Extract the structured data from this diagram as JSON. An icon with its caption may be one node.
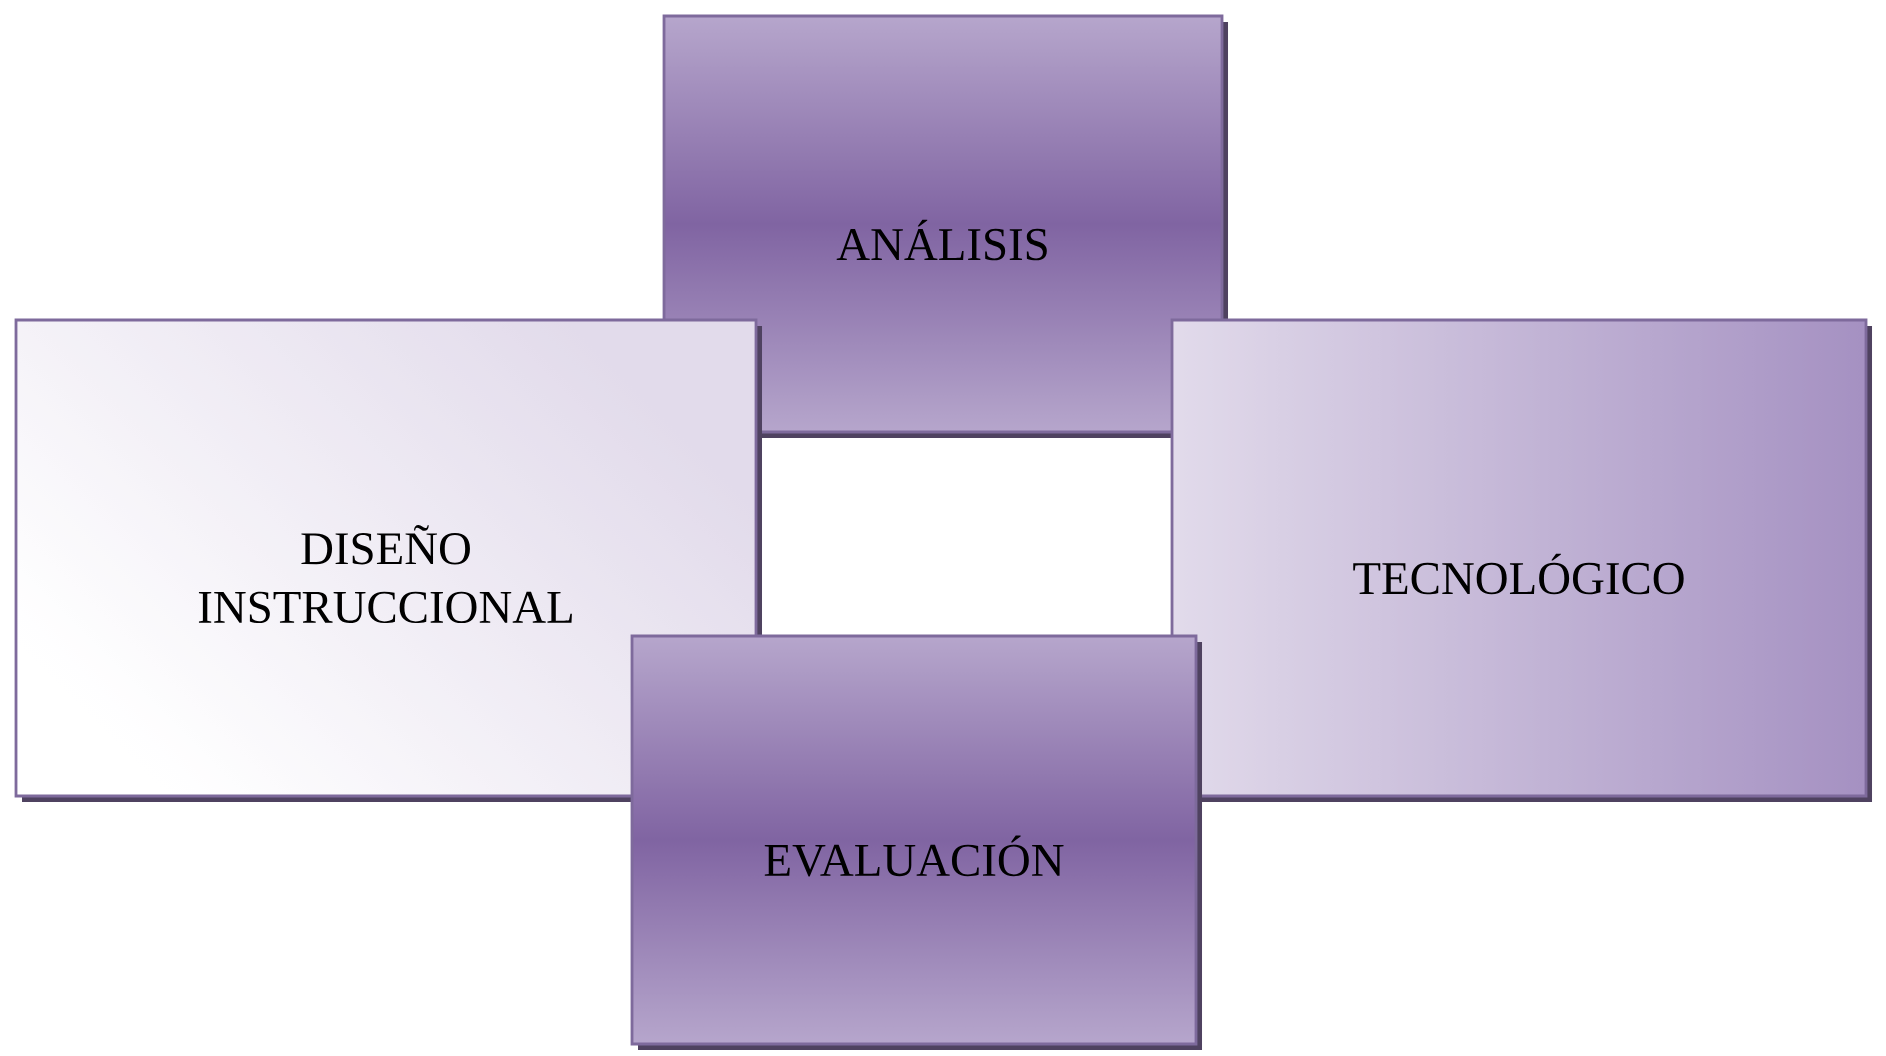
{
  "diagram": {
    "nodes": [
      {
        "text": [
          "ANÁLISIS"
        ]
      },
      {
        "text": [
          "DISEÑO INSTRUCCIONAL"
        ]
      },
      {
        "text": [
          "TECNOLÓGICO"
        ]
      },
      {
        "text": [
          "EVALUACIÓN"
        ]
      }
    ]
  }
}
